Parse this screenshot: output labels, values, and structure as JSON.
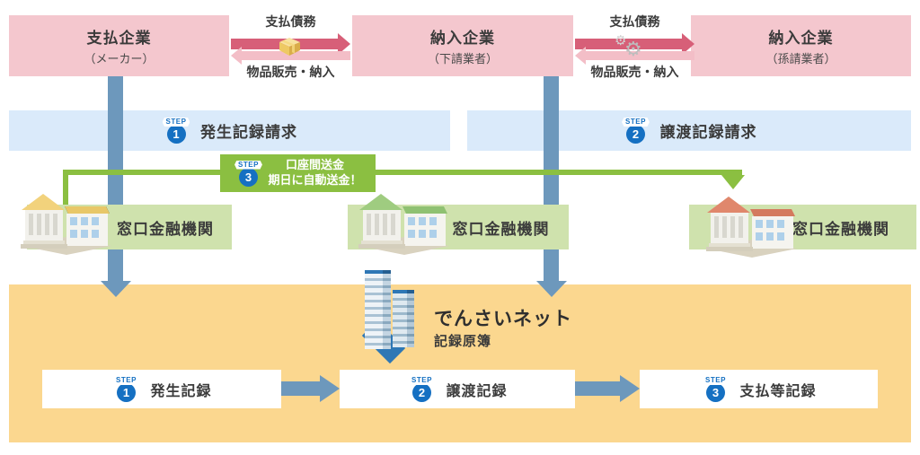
{
  "palette": {
    "company_pink": "#f4c7ce",
    "debt_arrow_red": "#d75f78",
    "goods_arrow_pink": "#f3bec7",
    "request_band_blue": "#daeafa",
    "step_badge_blue": "#1570c2",
    "transfer_green": "#8bbf41",
    "bank_band_green": "#cfe2ad",
    "densai_orange": "#fbd78f",
    "flow_arrow_blue": "#6d98bc",
    "bank_roof_yellow": "#f2d27c",
    "bank_roof_green": "#9fcc80",
    "bank_roof_red": "#e0876c",
    "densai_building_blue": "#2e77b5"
  },
  "companies": [
    {
      "title": "支払企業",
      "subtitle": "（メーカー）"
    },
    {
      "title": "納入企業",
      "subtitle": "（下請業者）"
    },
    {
      "title": "納入企業",
      "subtitle": "（孫請業者）"
    }
  ],
  "trade_links": [
    {
      "top_label": "支払債務",
      "bottom_label": "物品販売・納入",
      "icon": "package-icon"
    },
    {
      "top_label": "支払債務",
      "bottom_label": "物品販売・納入",
      "icon": "gears-icon"
    }
  ],
  "gear_glyph": "⚙",
  "step_requests": [
    {
      "badge": "STEP",
      "number": "1",
      "label": "発生記録請求"
    },
    {
      "badge": "STEP",
      "number": "2",
      "label": "譲渡記録請求"
    }
  ],
  "transfer": {
    "badge": "STEP",
    "number": "3",
    "line1": "口座間送金",
    "line2": "期日に自動送金！"
  },
  "banks": [
    {
      "label": "窓口金融機関",
      "icon": "bank-icon-yellow-roof"
    },
    {
      "label": "窓口金融機関",
      "icon": "bank-icon-green-roof"
    },
    {
      "label": "窓口金融機関",
      "icon": "bank-icon-red-roof"
    }
  ],
  "densai": {
    "title": "でんさいネット",
    "subtitle": "記録原簿",
    "icon": "office-building-icon"
  },
  "records": [
    {
      "badge": "STEP",
      "number": "1",
      "label": "発生記録"
    },
    {
      "badge": "STEP",
      "number": "2",
      "label": "譲渡記録"
    },
    {
      "badge": "STEP",
      "number": "3",
      "label": "支払等記録"
    }
  ]
}
